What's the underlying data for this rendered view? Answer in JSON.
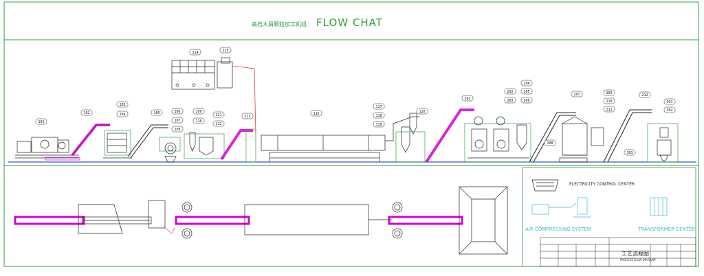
{
  "title": {
    "cn": "高档木屑颗粒加工机组",
    "en": "FLOW CHAT"
  },
  "equipment_tags": [
    "101",
    "102",
    "103",
    "104",
    "105",
    "106",
    "107",
    "108",
    "109",
    "110",
    "111",
    "112",
    "113",
    "114",
    "115",
    "116",
    "117",
    "118",
    "119",
    "120",
    "201",
    "202",
    "203",
    "204",
    "205",
    "206",
    "207",
    "208",
    "209",
    "210",
    "211",
    "212",
    "301",
    "302",
    "303"
  ],
  "legend": {
    "electricity": "ELECTRICITY CONTROL CENTER",
    "air": "AIR COMPRESSING SYSTEM",
    "transformer": "TRANSFORMER CENTER"
  },
  "title_block": {
    "drawing_cn": "工艺流程图",
    "drawing_en": "PROCESS FLOW DIAGRAM"
  },
  "colors": {
    "frame": "#2e9e3c",
    "conveyor": "#d400d4",
    "pipe": "#e04040",
    "line": "#222222",
    "accent": "#39b8d6",
    "title_text": "#2e9e3c"
  }
}
